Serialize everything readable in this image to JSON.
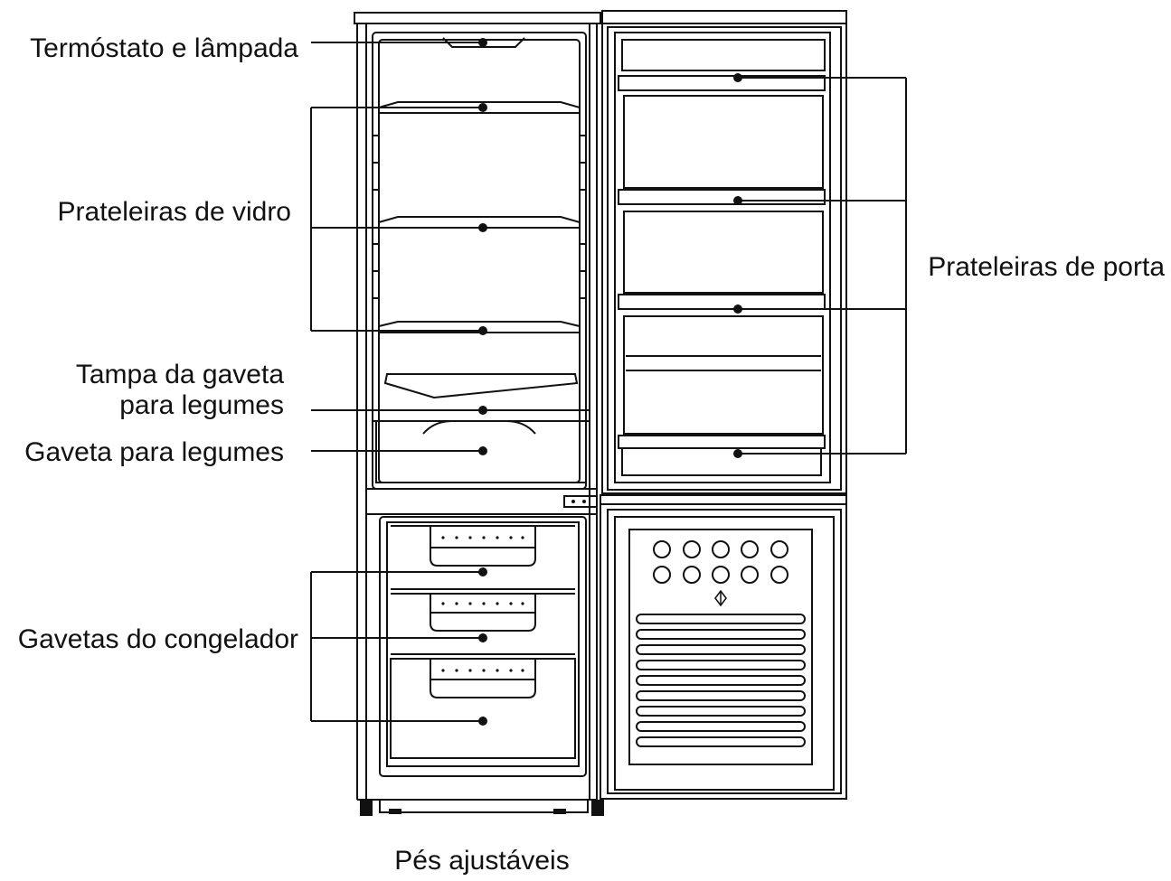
{
  "labels": {
    "thermostat_lamp": "Termóstato e lâmpada",
    "glass_shelves": "Prateleiras de vidro",
    "crisper_cover_line1": "Tampa da gaveta",
    "crisper_cover_line2": "para legumes",
    "crisper_drawer": "Gaveta para legumes",
    "freezer_drawers": "Gavetas do congelador",
    "door_shelves": "Prateleiras de porta",
    "adjustable_feet": "Pés ajustáveis"
  },
  "colors": {
    "line": "#111111",
    "background": "#ffffff"
  }
}
